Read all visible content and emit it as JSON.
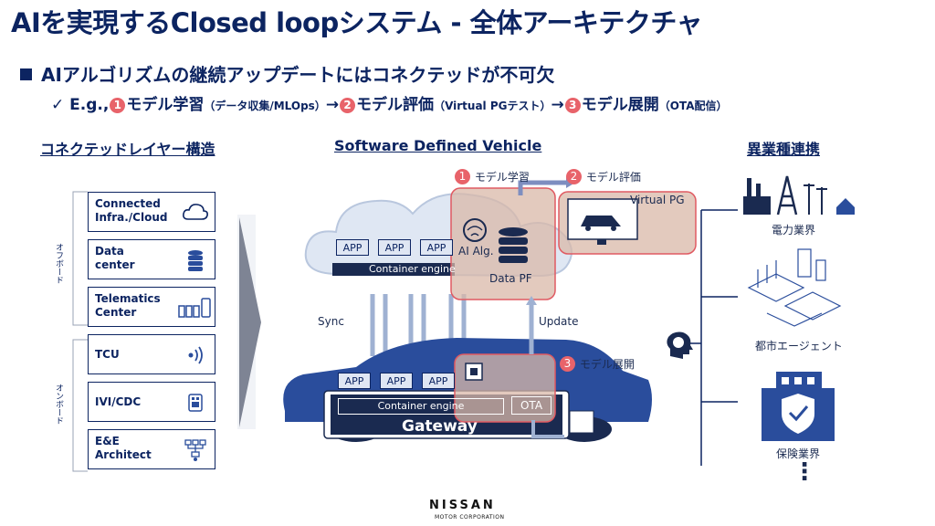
{
  "title": "AIを実現するClosed loopシステム - 全体アーキテクチャ",
  "bullet1": "AIアルゴリズムの継続アップデートにはコネクテッドが不可欠",
  "bullet2": {
    "check": "✓",
    "prefix": "E.g.,",
    "step1_num": "1",
    "step1": "モデル学習",
    "step1_note": "（データ収集/MLOps）",
    "arrow": "→",
    "step2_num": "2",
    "step2": "モデル評価",
    "step2_note": "（Virtual PGテスト）",
    "step3_num": "3",
    "step3": "モデル展開",
    "step3_note": "（OTA配信）"
  },
  "left_heading": "コネクテッドレイヤー構造",
  "center_heading": "Software Defined Vehicle",
  "right_heading": "異業種連携",
  "offboard_label": "オフボード",
  "onboard_label": "オンボード",
  "layers": [
    {
      "label": "Connected\nInfra./Cloud",
      "icon": "cloud-icon"
    },
    {
      "label": "Data\ncenter",
      "icon": "database-icon"
    },
    {
      "label": "Telematics\nCenter",
      "icon": "devices-icon"
    },
    {
      "label": "TCU",
      "icon": "signal-icon"
    },
    {
      "label": "IVI/CDC",
      "icon": "chip-icon"
    },
    {
      "label": "E&E\nArchitect",
      "icon": "network-icon"
    }
  ],
  "cloud": {
    "apps": [
      "APP",
      "APP",
      "APP"
    ],
    "container": "Container engine",
    "ai_alg": "AI Alg.",
    "data_pf": "Data PF"
  },
  "vehicle": {
    "apps": [
      "APP",
      "APP",
      "APP"
    ],
    "container": "Container engine",
    "gateway": "Gateway",
    "ota": "OTA"
  },
  "flow": {
    "sync": "Sync",
    "update": "Update",
    "step1_num": "1",
    "step1_label": "モデル学習",
    "step2_num": "2",
    "step2_label": "モデル評価",
    "step3_num": "3",
    "step3_label": "モデル展開",
    "virtual_pg": "Virtual PG"
  },
  "partners": [
    {
      "label": "電力業界",
      "icon": "power-plant-icon"
    },
    {
      "label": "都市エージェント",
      "icon": "city-icon"
    },
    {
      "label": "保険業界",
      "icon": "insurance-building-icon"
    }
  ],
  "more": "⋮",
  "logo": {
    "brand": "NISSAN",
    "sub": "MOTOR CORPORATION"
  },
  "colors": {
    "navy": "#0c2461",
    "accent_red": "#e8636a",
    "highlight_fill": "#d9b8a8",
    "cloud_fill": "#dfe7f3",
    "car_fill": "#2a4d9c"
  }
}
